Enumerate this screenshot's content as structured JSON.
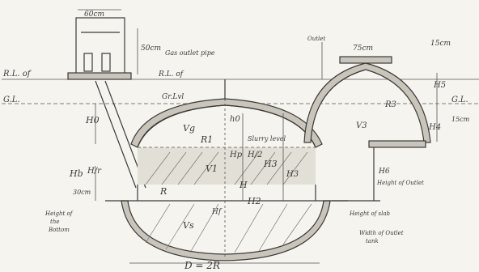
{
  "labels": {
    "inlet_width": "60cm",
    "inlet_height": "50cm",
    "gas_outlet": "Gas outlet pipe",
    "rl_left": "R.L. of",
    "gl_left": "G.L.",
    "rl_mid": "R.L. of",
    "rl_mid2": "Gr.Lvl",
    "h0": "H0",
    "v_top": "Vg",
    "r_top": "R1",
    "h0_small": "h0",
    "slurry_label": "Slurry level",
    "hp": "Hp",
    "h_half": "H/2",
    "h3": "H3",
    "h3b": "H3",
    "hb_left": "Hb",
    "hb_frac": "H/r",
    "dim_30cm": "30cm",
    "r_label": "R",
    "h_label": "H",
    "h2": "H2",
    "hf_label": "Hf",
    "v_bottom": "Vs",
    "v_mid": "V1",
    "d_label": "D = 2R",
    "bottom_left1": "Height of",
    "bottom_left2": "the",
    "bottom_left3": "Bottom",
    "right_top_small": "Outlet",
    "right_top_75": "75cm",
    "right_top_15": "15cm",
    "h5": "H5",
    "gl_right": "G.L.",
    "r3": "R3",
    "h4": "H4",
    "dim_15cm": "15cm",
    "h6": "H6",
    "height_outlet": "Height of Outlet",
    "height_slab": "Height of slab",
    "width_outlet1": "Width of Outlet",
    "width_outlet2": "tank",
    "v_right": "V3"
  }
}
